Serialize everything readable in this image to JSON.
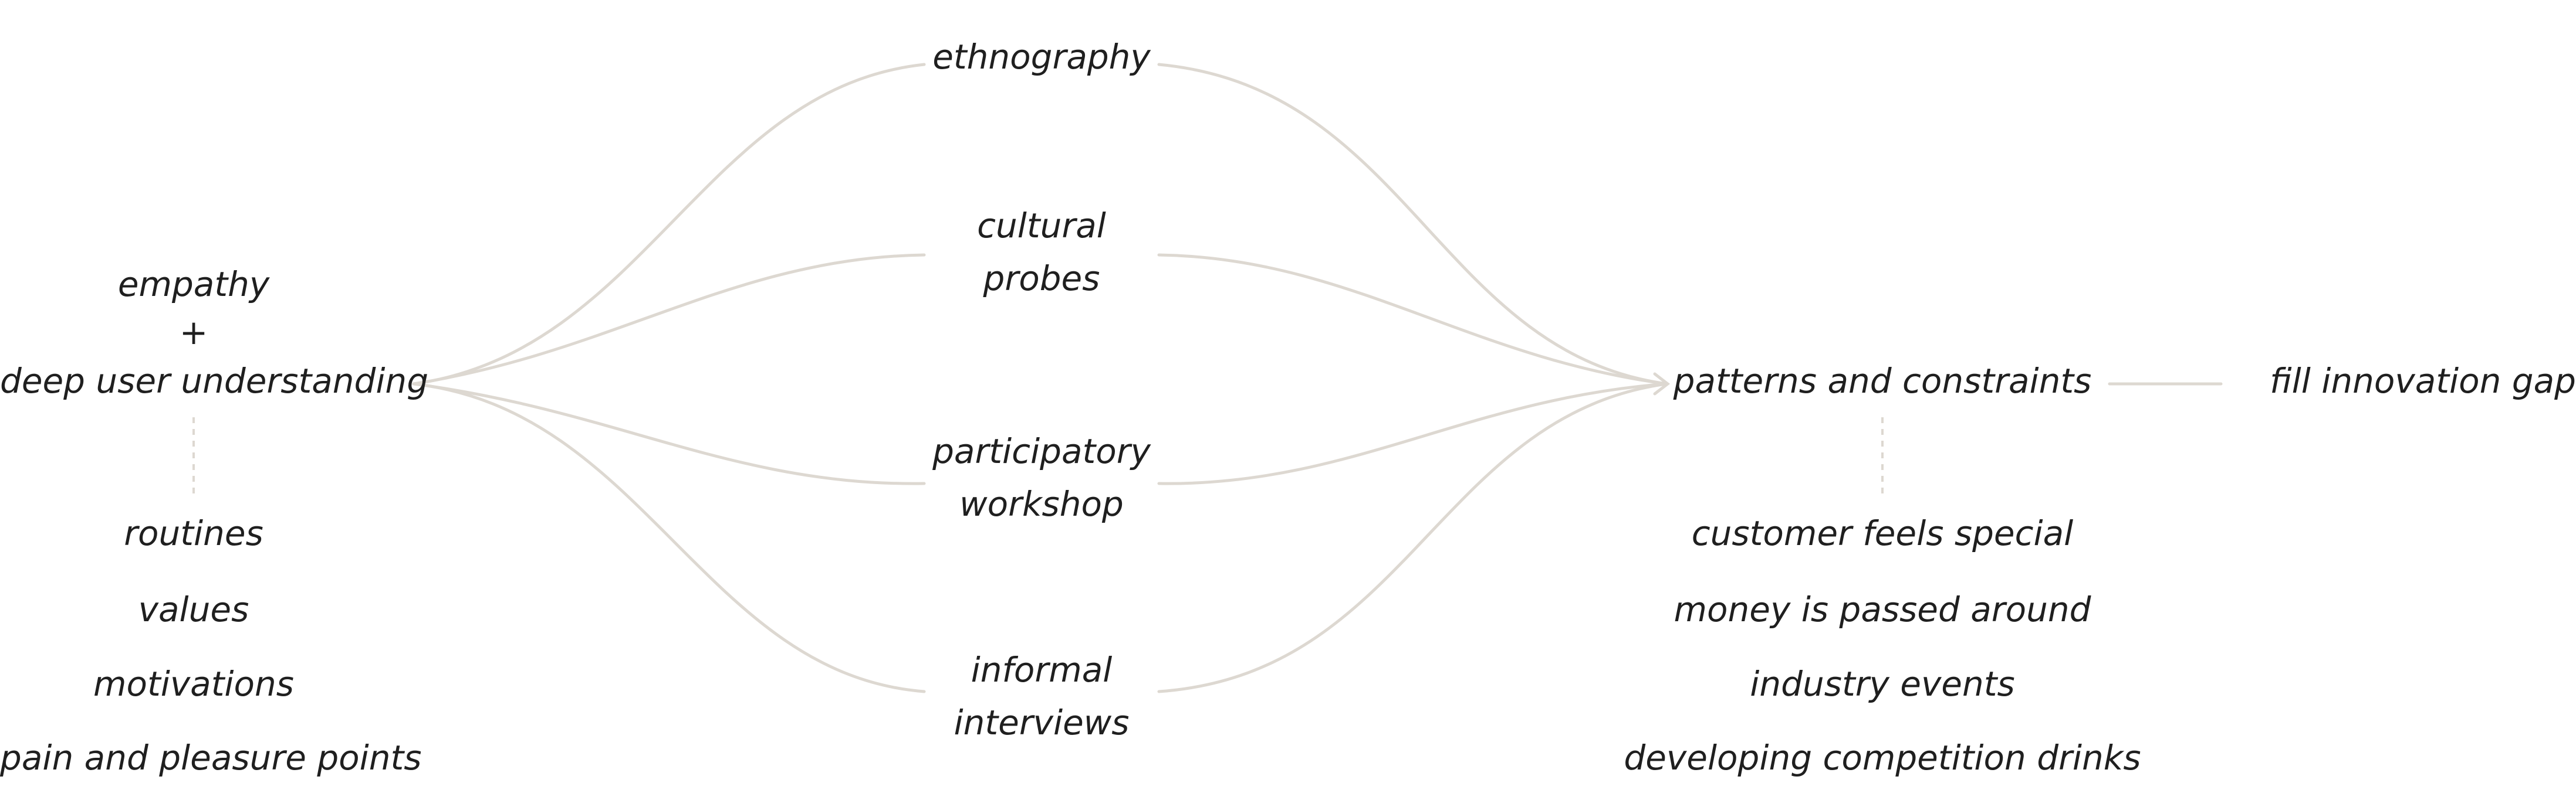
{
  "left_cluster": {
    "line1": "empathy",
    "line2": "+",
    "line3": "deep user understanding",
    "items": [
      "routines",
      "values",
      "motivations",
      "pain and pleasure points"
    ]
  },
  "methods": [
    {
      "lines": [
        "ethnography"
      ]
    },
    {
      "lines": [
        "cultural",
        "probes"
      ]
    },
    {
      "lines": [
        "participatory",
        "workshop"
      ]
    },
    {
      "lines": [
        "informal",
        "interviews"
      ]
    }
  ],
  "right_cluster": {
    "title": "patterns and constraints",
    "items": [
      "customer feels special",
      "money is passed around",
      "industry events",
      "developing competition drinks"
    ]
  },
  "outcome": "fill innovation gap",
  "colors": {
    "line": "#ddd8d1",
    "text": "#1f1f1f"
  }
}
